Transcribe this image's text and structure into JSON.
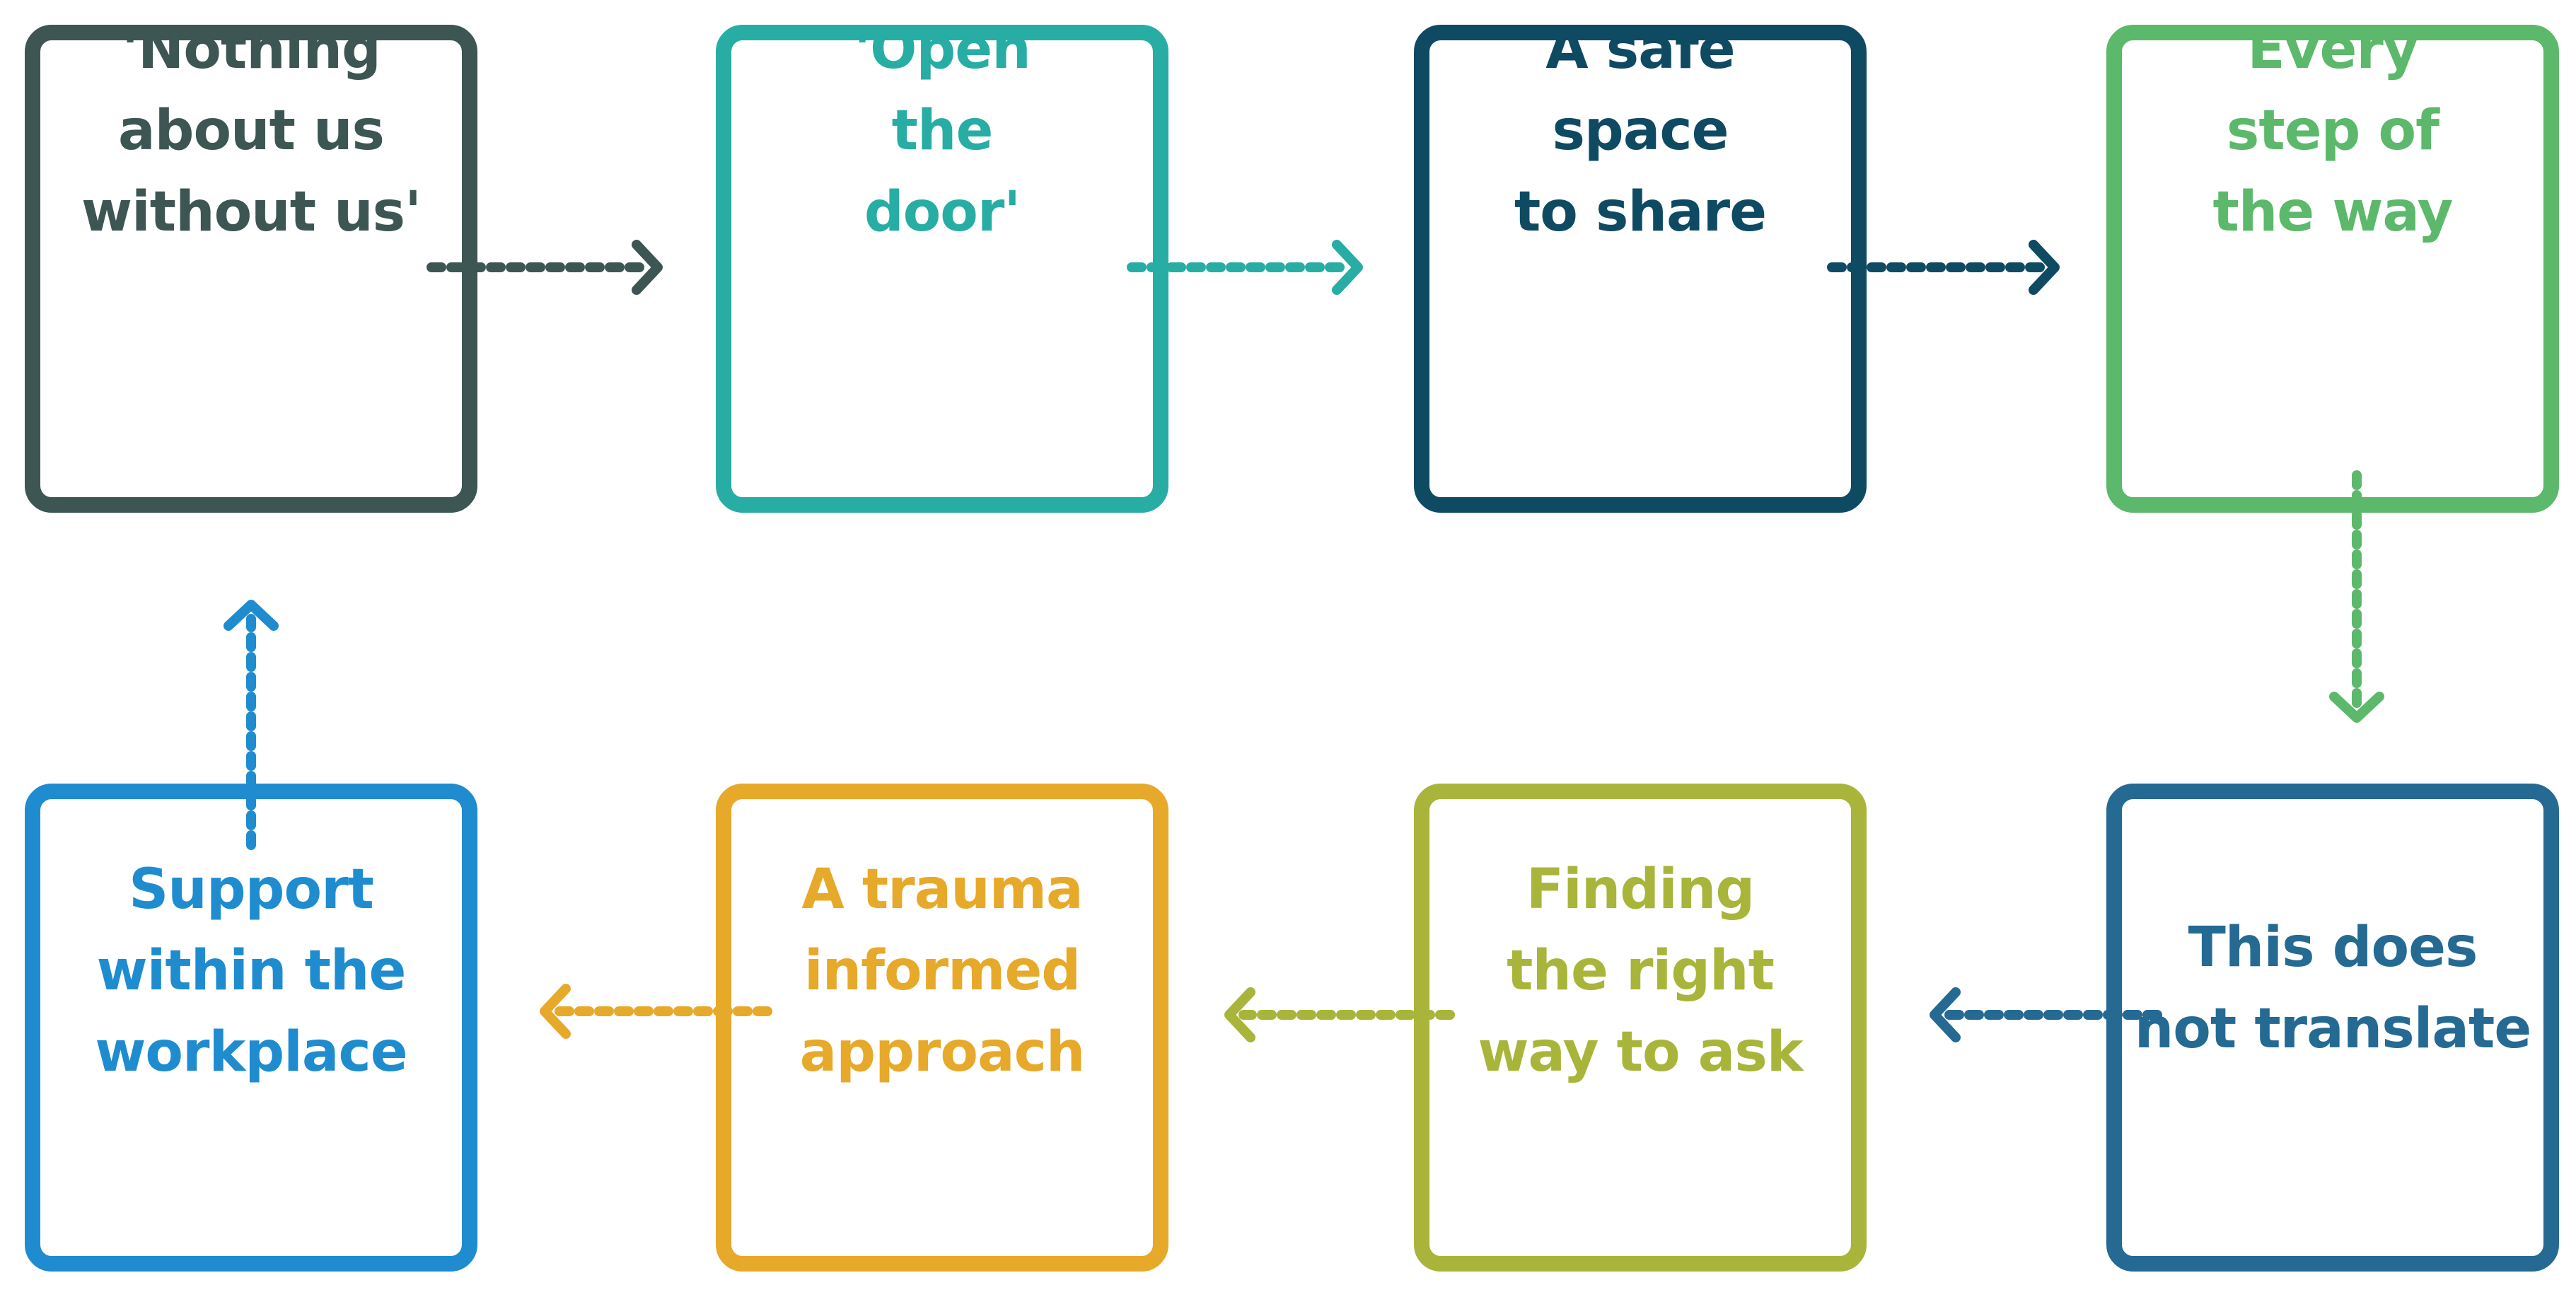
{
  "steps": [
    {
      "id": "b1",
      "label": "'Nothing\nabout us\nwithout us'",
      "color": "#3d5553"
    },
    {
      "id": "b2",
      "label": "'Open\nthe\ndoor'",
      "color": "#27ada3"
    },
    {
      "id": "b3",
      "label": "A safe\nspace\nto share",
      "color": "#0f4a63"
    },
    {
      "id": "b4",
      "label": "Every\nstep of\nthe way",
      "color": "#5cb86a"
    },
    {
      "id": "b5",
      "label": "This does\nnot translate",
      "color": "#246a93"
    },
    {
      "id": "b6",
      "label": "Finding\nthe right\nway to ask",
      "color": "#a8b53a"
    },
    {
      "id": "b7",
      "label": "A trauma\ninformed\napproach",
      "color": "#e7a92a"
    },
    {
      "id": "b8",
      "label": "Support\nwithin the\nworkplace",
      "color": "#1f8ccf"
    }
  ],
  "connectors": [
    {
      "from": "b1",
      "to": "b2",
      "color": "#3d5553"
    },
    {
      "from": "b2",
      "to": "b3",
      "color": "#27ada3"
    },
    {
      "from": "b3",
      "to": "b4",
      "color": "#0f4a63"
    },
    {
      "from": "b4",
      "to": "b5",
      "color": "#5cb86a"
    },
    {
      "from": "b5",
      "to": "b6",
      "color": "#246a93"
    },
    {
      "from": "b6",
      "to": "b7",
      "color": "#a8b53a"
    },
    {
      "from": "b7",
      "to": "b8",
      "color": "#e7a92a"
    },
    {
      "from": "b8",
      "to": "b1",
      "color": "#1f8ccf"
    }
  ]
}
